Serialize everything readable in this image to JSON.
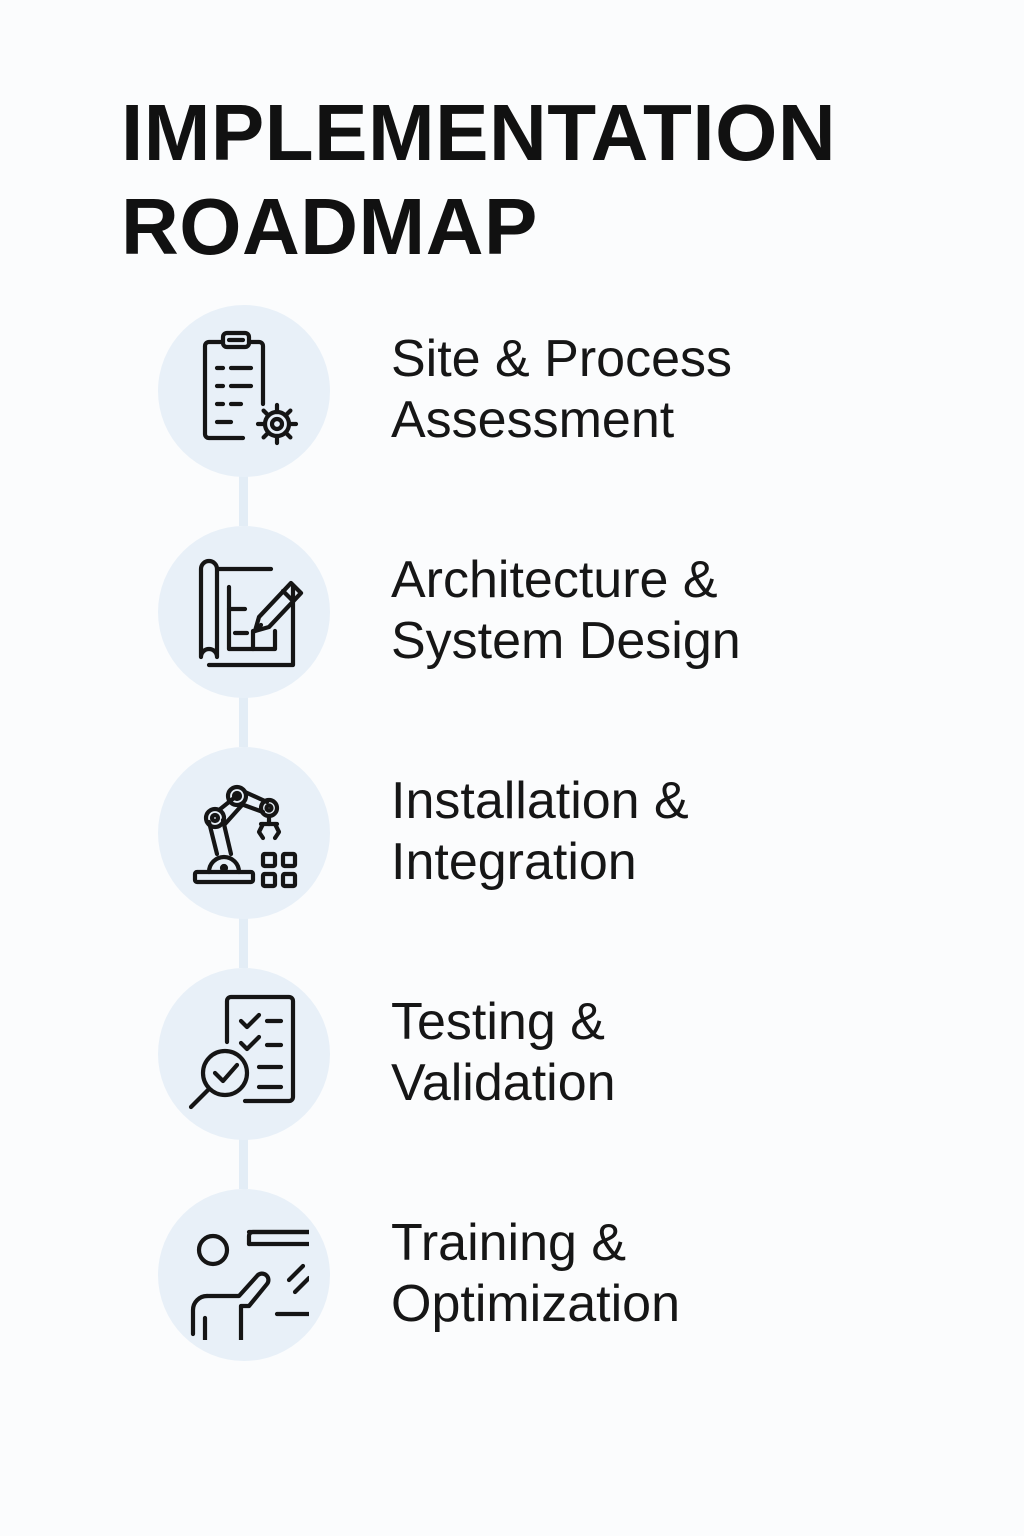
{
  "title": {
    "line1": "IMPLEMENTATION",
    "line2": "ROADMAP"
  },
  "steps": [
    {
      "line1": "Site & Process",
      "line2": "Assessment",
      "icon": "clipboard-gear-icon"
    },
    {
      "line1": "Architecture &",
      "line2": "System Design",
      "icon": "blueprint-pencil-icon"
    },
    {
      "line1": "Installation &",
      "line2": "Integration",
      "icon": "robot-arm-icon"
    },
    {
      "line1": "Testing &",
      "line2": "Validation",
      "icon": "checklist-magnifier-icon"
    },
    {
      "line1": "Training &",
      "line2": "Optimization",
      "icon": "presenter-board-icon"
    }
  ],
  "colors": {
    "background": "#fbfcfd",
    "icon_circle": "#e8f0f8",
    "connector": "#e3edf6",
    "text": "#111111"
  }
}
